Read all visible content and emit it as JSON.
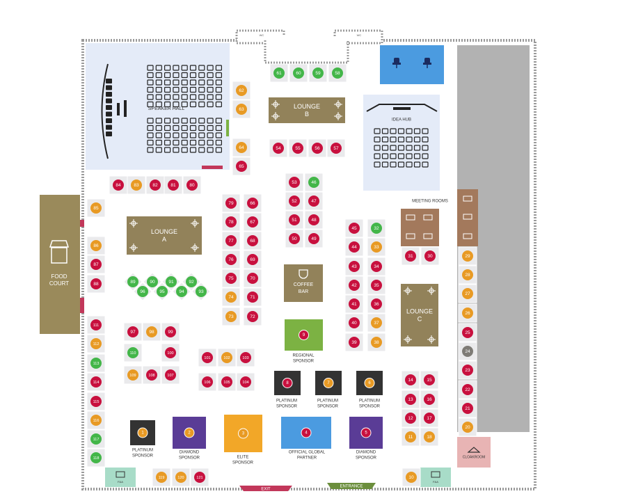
{
  "colors": {
    "red": "#c8103e",
    "orange": "#e89a24",
    "green": "#43b649",
    "gray": "#7e7b76",
    "olive": "#92825a",
    "brown": "#a3795c",
    "tile": "#eaeaec",
    "hall": "#e4ebf8",
    "wall_gray": "#b2b2b2",
    "food": "#9a8a5b",
    "blue_sponsor": "#4b9be0",
    "purple_sponsor": "#5a3c96",
    "yellow_sponsor": "#f2a728",
    "green_sponsor": "#7cb243",
    "dark_sponsor": "#333333",
    "cloak": "#e8b4b4",
    "firstaid": "#a8dcc8",
    "exit": "#c2375a",
    "entrance": "#6b8e3c"
  },
  "areas": {
    "speaker_hall": "SPEAKER HALL",
    "idea_hub": "IDEA HUB",
    "lounge_a": [
      "LOUNGE",
      "A"
    ],
    "lounge_b": [
      "LOUNGE",
      "B"
    ],
    "lounge_c": [
      "LOUNGE",
      "C"
    ],
    "coffee_bar": [
      "COFFEE",
      "BAR"
    ],
    "food_court": [
      "FOOD",
      "COURT"
    ],
    "meeting_rooms": "MEETING ROOMS",
    "cloakroom": "CLOAKROOM",
    "first_aid": "F&A",
    "exit": "EXIT",
    "entrance": "ENTRANCE",
    "wc": "WC"
  },
  "sponsors": [
    {
      "num": "1",
      "label": [
        "PLATINUM",
        "SPONSOR"
      ]
    },
    {
      "num": "2",
      "label": [
        "DIAMOND",
        "SPONSOR"
      ]
    },
    {
      "num": "3",
      "label": [
        "ELITE",
        "SPONSOR"
      ]
    },
    {
      "num": "4",
      "label": [
        "OFFICIAL GLOBAL",
        "PARTNER"
      ]
    },
    {
      "num": "5",
      "label": [
        "DIAMOND",
        "SPONSOR"
      ]
    },
    {
      "num": "6",
      "label": [
        "PLATINUM",
        "SPONSOR"
      ]
    },
    {
      "num": "7",
      "label": [
        "PLATINUM",
        "SPONSOR"
      ]
    },
    {
      "num": "8",
      "label": [
        "PLATINUM",
        "SPONSOR"
      ]
    },
    {
      "num": "9",
      "label": [
        "REGIONAL",
        "SPONSOR"
      ]
    }
  ],
  "booths": [
    {
      "n": "10",
      "c": "orange"
    },
    {
      "n": "11",
      "c": "orange"
    },
    {
      "n": "12",
      "c": "red"
    },
    {
      "n": "13",
      "c": "red"
    },
    {
      "n": "14",
      "c": "red"
    },
    {
      "n": "15",
      "c": "red"
    },
    {
      "n": "16",
      "c": "red"
    },
    {
      "n": "17",
      "c": "red"
    },
    {
      "n": "18",
      "c": "orange"
    },
    {
      "n": "20",
      "c": "orange"
    },
    {
      "n": "21",
      "c": "red"
    },
    {
      "n": "22",
      "c": "red"
    },
    {
      "n": "23",
      "c": "red"
    },
    {
      "n": "24",
      "c": "gray"
    },
    {
      "n": "25",
      "c": "red"
    },
    {
      "n": "26",
      "c": "orange"
    },
    {
      "n": "27",
      "c": "orange"
    },
    {
      "n": "28",
      "c": "orange"
    },
    {
      "n": "29",
      "c": "orange"
    },
    {
      "n": "30",
      "c": "red"
    },
    {
      "n": "31",
      "c": "red"
    },
    {
      "n": "32",
      "c": "green"
    },
    {
      "n": "33",
      "c": "orange"
    },
    {
      "n": "34",
      "c": "red"
    },
    {
      "n": "35",
      "c": "red"
    },
    {
      "n": "36",
      "c": "red"
    },
    {
      "n": "37",
      "c": "orange"
    },
    {
      "n": "38",
      "c": "orange"
    },
    {
      "n": "39",
      "c": "red"
    },
    {
      "n": "40",
      "c": "red"
    },
    {
      "n": "41",
      "c": "red"
    },
    {
      "n": "42",
      "c": "red"
    },
    {
      "n": "43",
      "c": "red"
    },
    {
      "n": "44",
      "c": "red"
    },
    {
      "n": "45",
      "c": "red"
    },
    {
      "n": "46",
      "c": "green"
    },
    {
      "n": "47",
      "c": "red"
    },
    {
      "n": "48",
      "c": "red"
    },
    {
      "n": "49",
      "c": "red"
    },
    {
      "n": "50",
      "c": "red"
    },
    {
      "n": "51",
      "c": "red"
    },
    {
      "n": "52",
      "c": "red"
    },
    {
      "n": "53",
      "c": "red"
    },
    {
      "n": "54",
      "c": "red"
    },
    {
      "n": "55",
      "c": "red"
    },
    {
      "n": "56",
      "c": "red"
    },
    {
      "n": "57",
      "c": "red"
    },
    {
      "n": "58",
      "c": "green"
    },
    {
      "n": "59",
      "c": "green"
    },
    {
      "n": "60",
      "c": "green"
    },
    {
      "n": "61",
      "c": "green"
    },
    {
      "n": "62",
      "c": "orange"
    },
    {
      "n": "63",
      "c": "orange"
    },
    {
      "n": "64",
      "c": "orange"
    },
    {
      "n": "65",
      "c": "red"
    },
    {
      "n": "66",
      "c": "red"
    },
    {
      "n": "67",
      "c": "red"
    },
    {
      "n": "68",
      "c": "red"
    },
    {
      "n": "69",
      "c": "red"
    },
    {
      "n": "70",
      "c": "red"
    },
    {
      "n": "71",
      "c": "red"
    },
    {
      "n": "72",
      "c": "red"
    },
    {
      "n": "73",
      "c": "orange"
    },
    {
      "n": "74",
      "c": "orange"
    },
    {
      "n": "75",
      "c": "red"
    },
    {
      "n": "76",
      "c": "red"
    },
    {
      "n": "77",
      "c": "red"
    },
    {
      "n": "78",
      "c": "red"
    },
    {
      "n": "79",
      "c": "red"
    },
    {
      "n": "80",
      "c": "red"
    },
    {
      "n": "81",
      "c": "red"
    },
    {
      "n": "82",
      "c": "red"
    },
    {
      "n": "83",
      "c": "orange"
    },
    {
      "n": "84",
      "c": "red"
    },
    {
      "n": "85",
      "c": "orange"
    },
    {
      "n": "86",
      "c": "orange"
    },
    {
      "n": "87",
      "c": "red"
    },
    {
      "n": "88",
      "c": "red"
    },
    {
      "n": "89",
      "c": "green"
    },
    {
      "n": "90",
      "c": "green"
    },
    {
      "n": "91",
      "c": "green"
    },
    {
      "n": "92",
      "c": "green"
    },
    {
      "n": "93",
      "c": "green"
    },
    {
      "n": "94",
      "c": "green"
    },
    {
      "n": "95",
      "c": "green"
    },
    {
      "n": "96",
      "c": "green"
    },
    {
      "n": "97",
      "c": "red"
    },
    {
      "n": "98",
      "c": "orange"
    },
    {
      "n": "99",
      "c": "red"
    },
    {
      "n": "100",
      "c": "red"
    },
    {
      "n": "101",
      "c": "red"
    },
    {
      "n": "102",
      "c": "orange"
    },
    {
      "n": "103",
      "c": "red"
    },
    {
      "n": "104",
      "c": "red"
    },
    {
      "n": "105",
      "c": "red"
    },
    {
      "n": "106",
      "c": "red"
    },
    {
      "n": "107",
      "c": "red"
    },
    {
      "n": "108",
      "c": "red"
    },
    {
      "n": "109",
      "c": "orange"
    },
    {
      "n": "110",
      "c": "green"
    },
    {
      "n": "111",
      "c": "red"
    },
    {
      "n": "112",
      "c": "orange"
    },
    {
      "n": "113",
      "c": "green"
    },
    {
      "n": "114",
      "c": "red"
    },
    {
      "n": "115",
      "c": "red"
    },
    {
      "n": "116",
      "c": "orange"
    },
    {
      "n": "117",
      "c": "green"
    },
    {
      "n": "118",
      "c": "green"
    },
    {
      "n": "119",
      "c": "orange"
    },
    {
      "n": "120",
      "c": "orange"
    },
    {
      "n": "121",
      "c": "red"
    }
  ]
}
